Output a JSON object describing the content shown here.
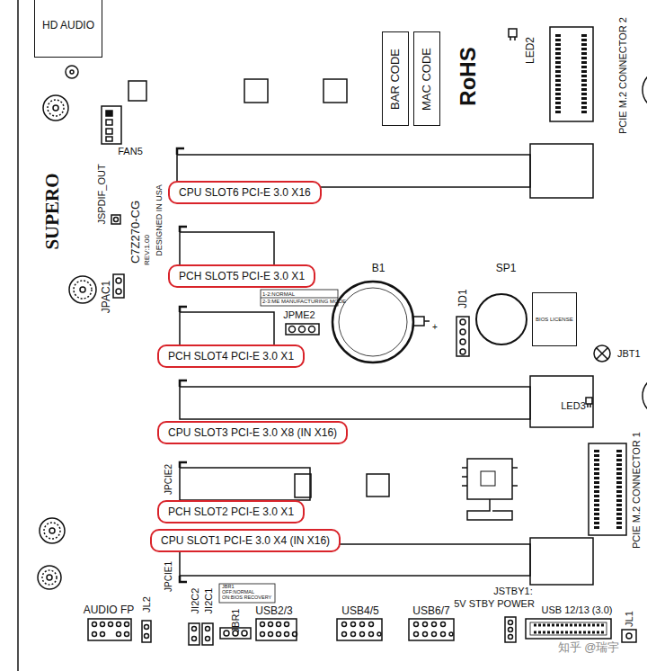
{
  "diagram": {
    "nodes": [
      {
        "text": [
          "HD AUDIO"
        ]
      },
      {
        "text": [
          "BAR CODE"
        ]
      },
      {
        "text": [
          "MAC CODE"
        ]
      },
      {
        "text": [
          "CPU SLOT6 PCI-E 3.0 X16"
        ]
      },
      {
        "text": [
          "PCH SLOT5 PCI-E 3.0 X1"
        ]
      },
      {
        "text": [
          "BIOS LICENSE"
        ]
      },
      {
        "text": [
          "PCH SLOT4 PCI-E 3.0 X1"
        ]
      },
      {
        "text": [
          "CPU SLOT3 PCI-E 3.0 X8 (IN X16)"
        ]
      },
      {
        "text": [
          "PCH SLOT2 PCI-E 3.0 X1"
        ]
      },
      {
        "text": [
          "CPU SLOT1 PCI-E 3.0 X4 (IN X16)"
        ]
      }
    ],
    "labels": [
      "LED2",
      "PCIE M.2 CONNECTOR 2",
      "RoHS",
      "FAN5",
      "JSPDIF_OUT",
      "DESIGNED IN USA",
      "C7Z270-CG",
      "REV:1.00",
      "SUPERO",
      "B1",
      "SP1",
      "JD1",
      "JPME2",
      "1-2:NORMAL",
      "2-3:ME MANUFACTURING MODE",
      "+",
      "JBT1",
      "JPAC1",
      "LED3",
      "JPCIE2",
      "PCIE M.2 CONNECTOR 1",
      "JPCIE1",
      "JBR1",
      "OFF:NORMAL",
      "ON:BIOS RECOVERY",
      "AUDIO FP",
      "JL2",
      "JI2C2",
      "JI2C1",
      "JBR1",
      "USB2/3",
      "USB4/5",
      "USB6/7",
      "JSTBY1:",
      "5V STBY POWER",
      "USB 12/13 (3.0)",
      "JL1",
      "知乎 @瑞宇"
    ]
  }
}
